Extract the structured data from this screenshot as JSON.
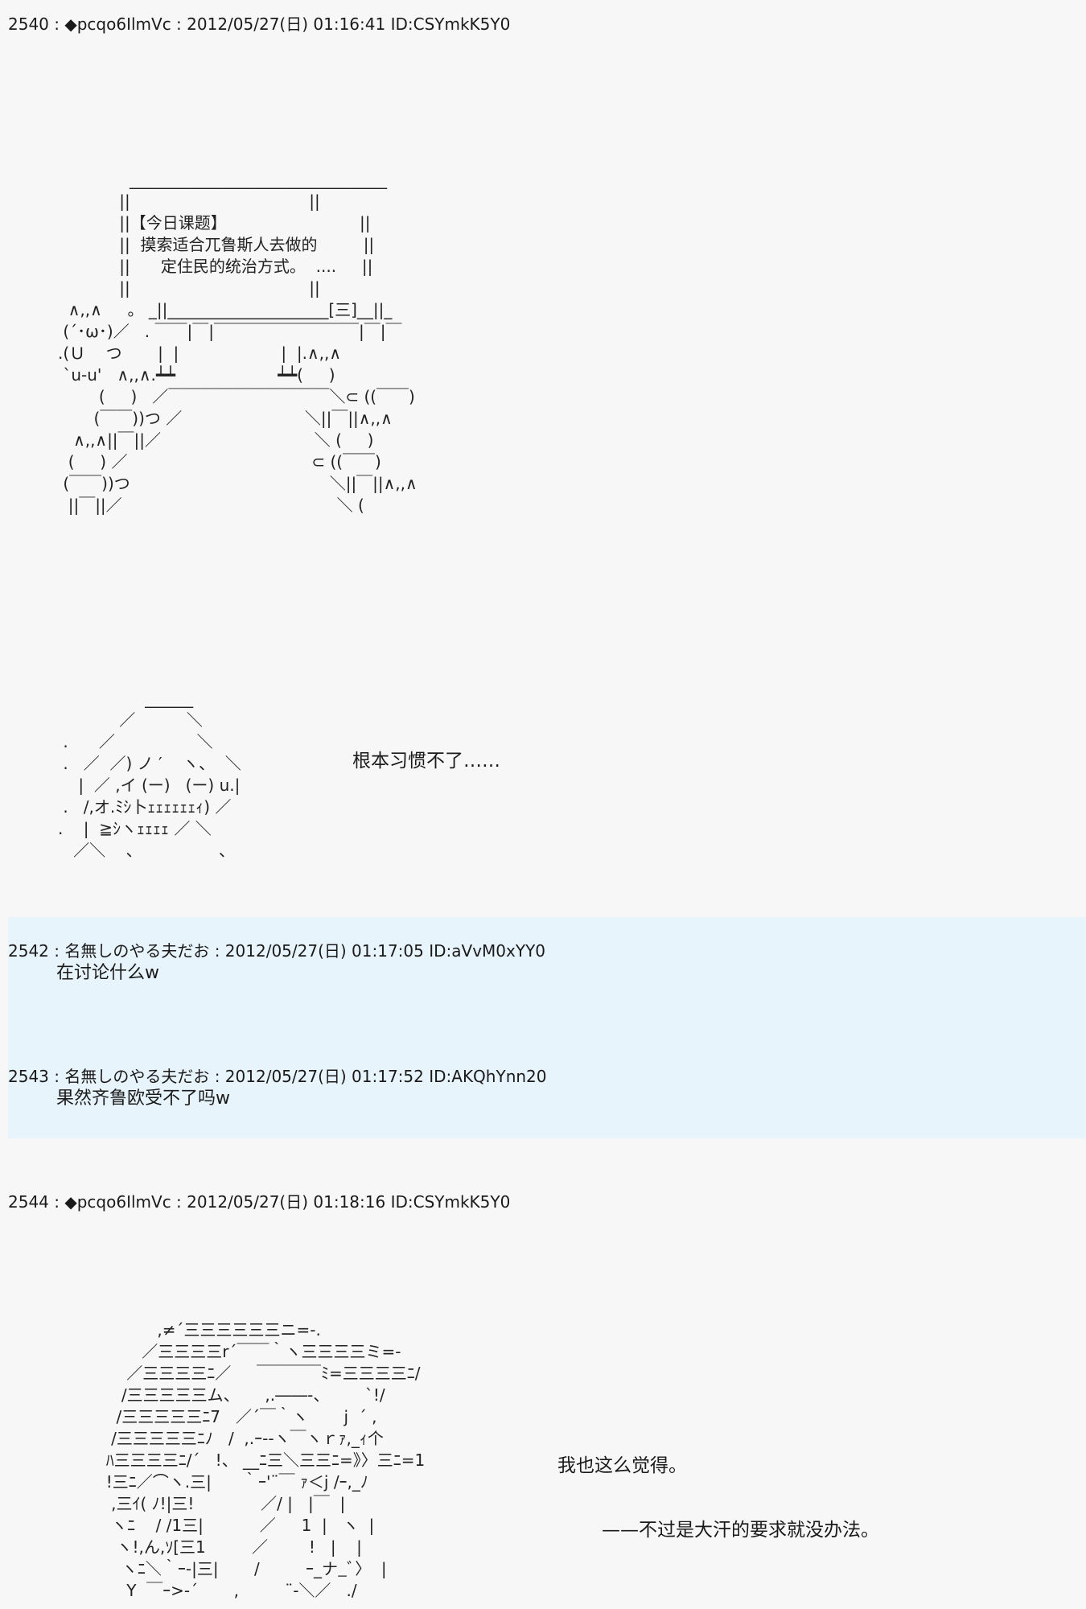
{
  "posts": [
    {
      "header": "2540 : ◆pcqo6IlmVc : 2012/05/27(日) 01:16:41 ID:CSYmkK5Y0",
      "aa": "              ________________________________\n            ||                                   ||\n            ||【今日课题】                          ||\n            ||  摸索适合兀鲁斯人去做的         ||\n            ||      定住民的统治方式。  ....     ||\n            ||                                   ||\n  ∧,,∧     。 _||____________________[三]__||_\n (´･ω･)／   . ￣￣|￣|￣￣￣￣￣￣￣￣￣|￣|￣\n.(Ｕ    つ       |  |                    |  |.∧,,∧\n `u-u'   ∧,,∧.┷┷                    ┷┷(     )\n        (     )   ／￣￣￣￣￣￣￣￣￣￣＼⊂ ((￣￣)\n       (￣￣))つ ／                        ＼||￣||∧,,∧\n   ∧,,∧||￣||／                              ＼ (     )\n  (     ) ／                                    ⊂ ((￣￣)\n (￣￣))つ                                       ＼||￣||∧,,∧\n  ||￣||／                                          ＼ (",
      "aa2": "                 ______\n            ／          ＼\n .      ／                ＼\n .   ／  ／) ノ ′    ヽ、  ＼\n    |  ／ ,イ (ー)   (ー) u.|\n .   /,オ.ﾐｼ卜ｪｪｪｪｪｪｨ) ／\n.    |  ≧ｼヽｪｪｪｪ ／ ＼\n   ／＼    、               、",
      "side": "根本习惯不了……"
    },
    {
      "header": "2542 : 名無しのやる夫だお : 2012/05/27(日) 01:17:05 ID:aVvM0xYY0",
      "body": "在讨论什么w"
    },
    {
      "header": "2543 : 名無しのやる夫だお : 2012/05/27(日) 01:17:52 ID:AKQhYnn20",
      "body": "果然齐鲁欧受不了吗w"
    },
    {
      "header": "2544 : ◆pcqo6IlmVc : 2012/05/27(日) 01:18:16 ID:CSYmkK5Y0",
      "aa": "               ,≠´三三三三三三ニ=-.\n            ／三三三三r´￣￣｀ヽ三三三三ミ=‐\n         ／三三三三ﾆ／     ￣￣￣￣ﾐ=三三三三ﾆ/\n        /三三三三三ム、     ,.――-、       `!/\n       /三三三三三ﾆ7   ／´￣｀ヽ       j  ´ ,\n      /三三三三三ﾆﾉ   /  ,.ｰ‐-ヽ￣ヽｒｧ,_ｨ个\n     ﾊ三三三三ﾆ/´   !、 __ﾆ三＼三三ﾆ=》〉三ﾆ=1\n     !三ﾆ／⌒ヽ.三|      ｀ｰ'¨￣ ｧ＜j /ｰ,_ﾉ\n      ,三ｲ( ﾉ!|三!             ／/ |   |￣  |\n      ヽﾆ    / /1三|           ／     1  |   ヽ  |\n       ヽ!,ん,ｿ[三1         ／        !   |    |\n        ヽﾆ＼｀ｰ‐|三|       /         ｰ_ナ_ﾞ〉  |\n         Y  ￣ｰ>-´       ,         ¨-＼／   ./",
      "side1": "我也这么觉得。",
      "side2": "——不过是大汗的要求就没办法。"
    }
  ]
}
